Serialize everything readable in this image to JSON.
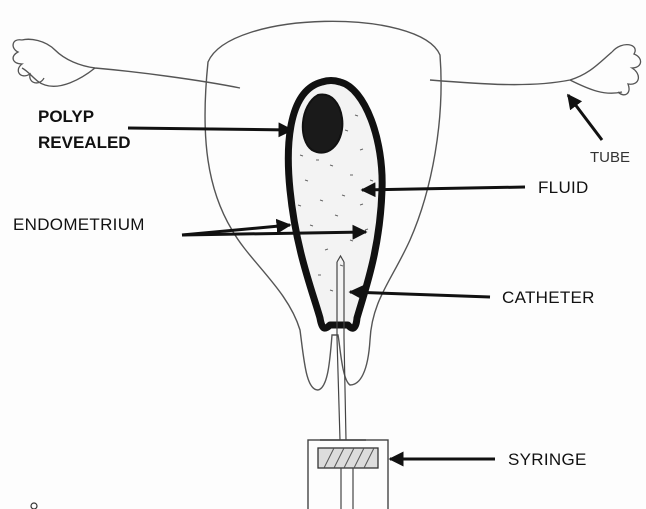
{
  "labels": {
    "polyp_line1": "POLYP",
    "polyp_line2": "REVEALED",
    "tube": "TUBE",
    "fluid": "FLUID",
    "endometrium": "ENDOMETRIUM",
    "catheter": "CATHETER",
    "syringe": "SYRINGE"
  },
  "colors": {
    "ink": "#111111",
    "outline": "#555555",
    "background": "#fdfdfd"
  }
}
